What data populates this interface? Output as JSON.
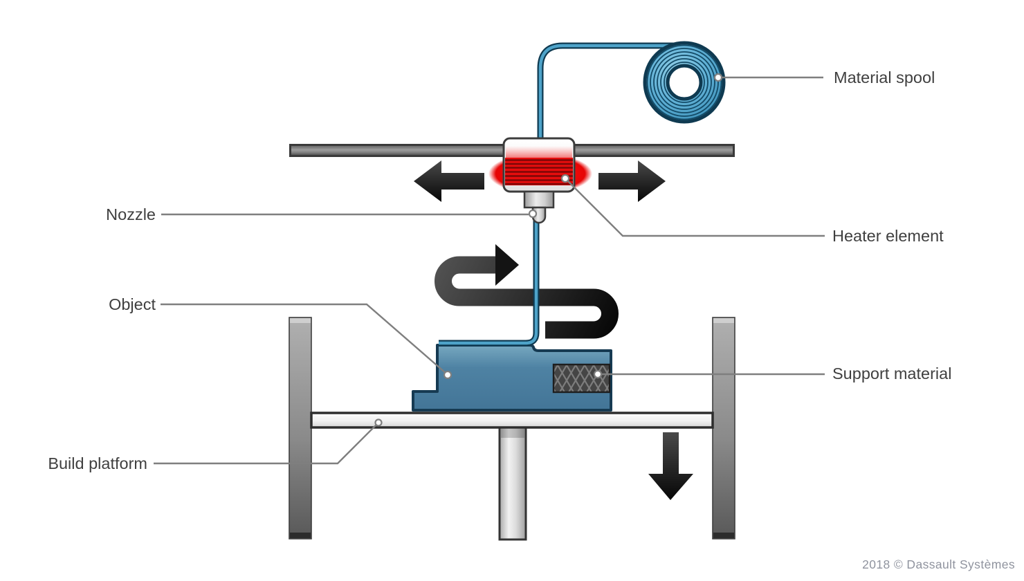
{
  "diagram": {
    "type": "fdm-3d-printing-process",
    "labels": {
      "material_spool": "Material spool",
      "nozzle": "Nozzle",
      "heater_element": "Heater element",
      "object": "Object",
      "support_material": "Support material",
      "build_platform": "Build platform"
    },
    "copyright": "2018 © Dassault Systèmes",
    "colors": {
      "filament_blue": "#4ea3c9",
      "filament_outline": "#0f3a51",
      "object_blue": "#4b7f9f",
      "heater_red": "#e60d0d",
      "heater_stripe": "#7c0707",
      "support_gray": "#454545",
      "leader_gray": "#7f7f7f",
      "label_color": "#3f3f3f",
      "copyright_color": "#8f939e",
      "arrow_black": "#111111",
      "rail_gray": "#6e6e6e"
    }
  }
}
